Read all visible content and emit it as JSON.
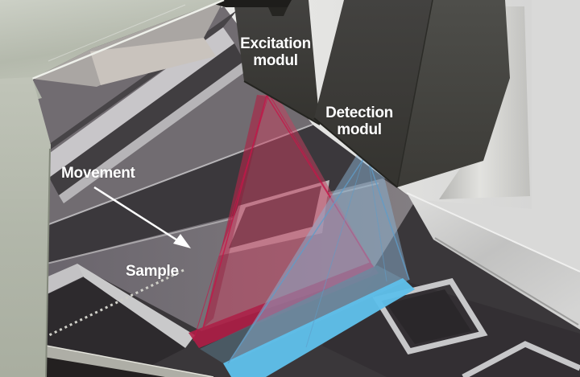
{
  "figure": {
    "description": "Annotated photo of a line-scanning fluorescence imaging system with excitation and detection modules above a moving sample stage"
  },
  "labels": {
    "excitation": {
      "line1": "Excitation",
      "line2": "modul"
    },
    "detection": {
      "line1": "Detection",
      "line2": "modul"
    },
    "movement": "Movement",
    "sample": "Sample"
  },
  "icons": {
    "movement_arrow": "arrow-pointing-down-right"
  },
  "colors": {
    "label-color": "#ffffff",
    "red-cone": "#c7405f",
    "red-line": "#c41648",
    "red-band": "#b21c45",
    "blue-cone": "#8cb2d2",
    "blue-line": "#5f9cc8",
    "cyan-band": "#5fc0ea",
    "slate-band": "#4e5f6b"
  }
}
